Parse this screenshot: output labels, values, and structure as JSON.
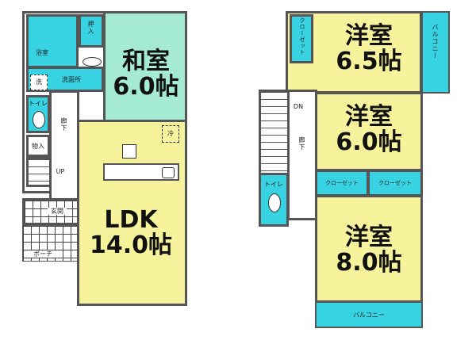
{
  "floor1": {
    "rooms": {
      "washitsu": {
        "name": "和室",
        "size": "6.0帖"
      },
      "ldk": {
        "name": "LDK",
        "size": "14.0帖"
      },
      "oshiire": "押入",
      "bath": "浴室",
      "washroom": "洗面所",
      "washer": "洗",
      "toilet": "トイレ",
      "hallway": "廊下",
      "storage": "物入",
      "stairs": "UP",
      "entrance": "玄関",
      "porch": "ポーチ",
      "fridge": "冷"
    }
  },
  "floor2": {
    "rooms": {
      "western1": {
        "name": "洋室",
        "size": "6.5帖"
      },
      "western2": {
        "name": "洋室",
        "size": "6.0帖"
      },
      "western3": {
        "name": "洋室",
        "size": "8.0帖"
      },
      "closet1": "クローゼット",
      "closet2": "クローゼット",
      "closet3": "クローゼット",
      "balcony1": "バルコニー",
      "balcony2": "バルコニー",
      "stairs": "DN",
      "hallway": "廊下",
      "toilet": "トイレ"
    }
  },
  "colors": {
    "western_room": "#f7f29c",
    "wet_area": "#38d3e2",
    "tatami": "#a5ead2",
    "wall": "#555555"
  }
}
